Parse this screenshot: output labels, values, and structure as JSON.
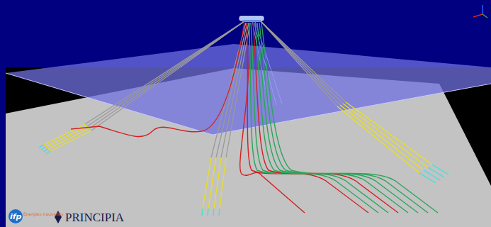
{
  "diagram": {
    "labels": [
      "ifp",
      "Énergies nouvelles",
      "PRINCIPIA"
    ]
  }
}
